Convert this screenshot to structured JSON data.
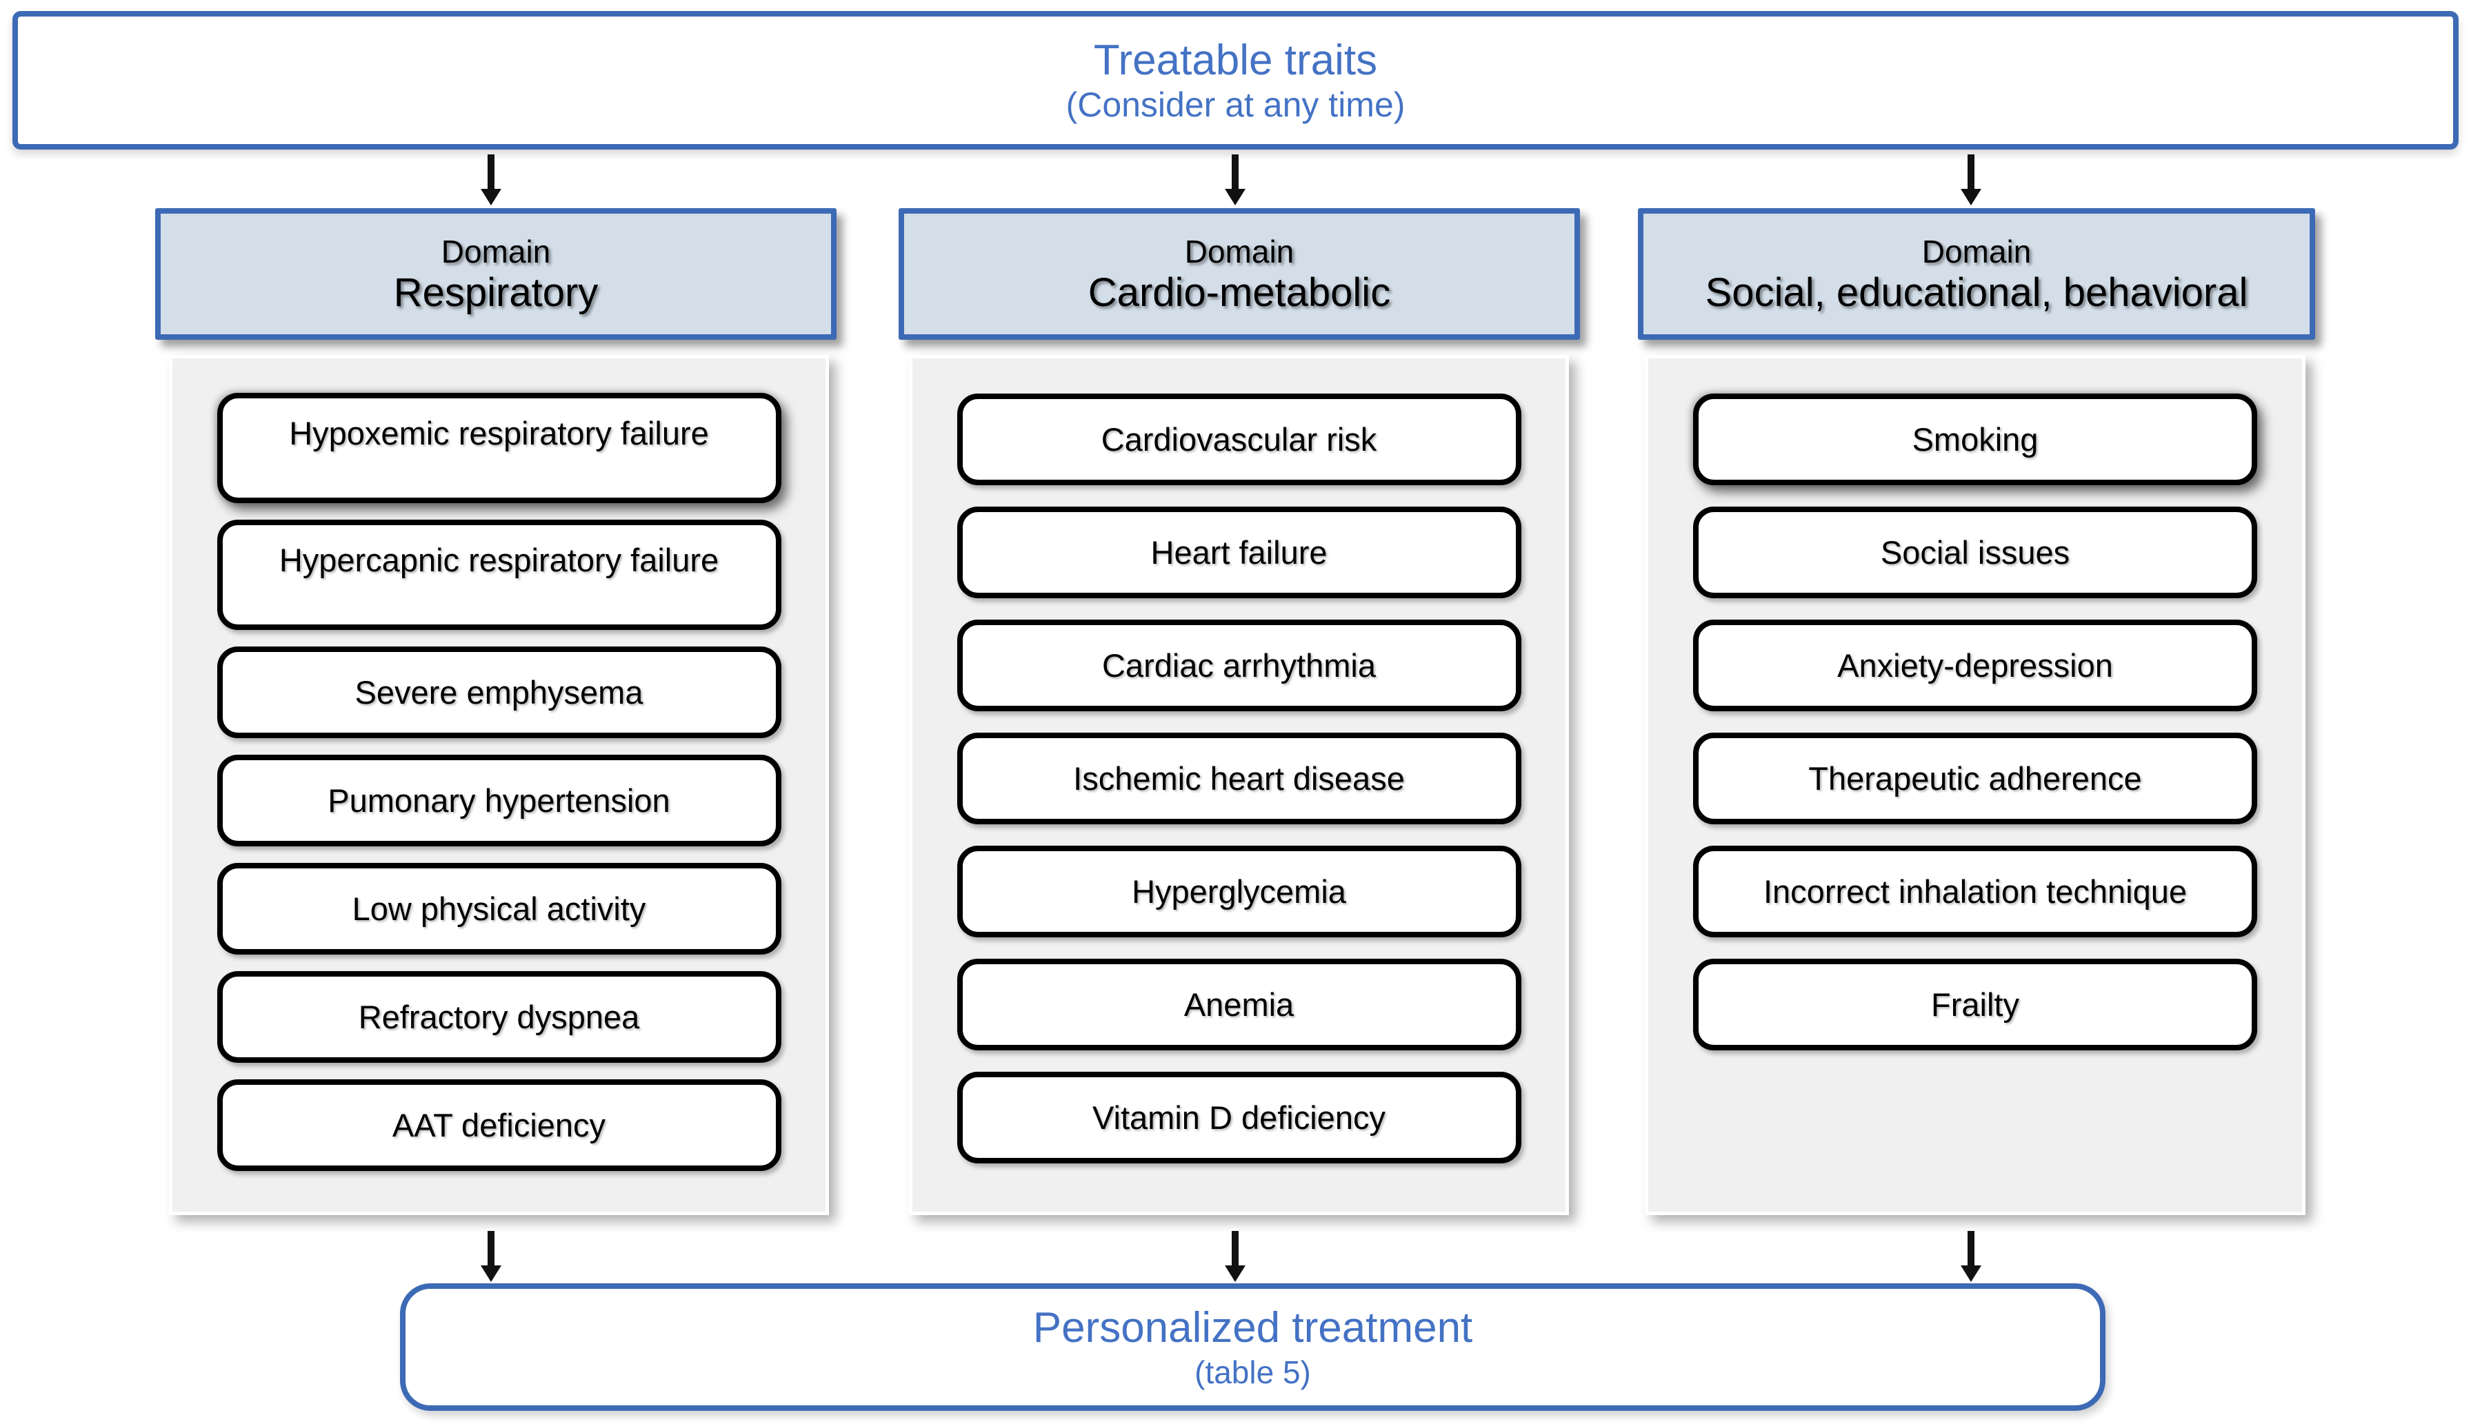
{
  "top_box": {
    "title": "Treatable traits",
    "subtitle": "(Consider at any time)"
  },
  "columns": [
    {
      "header": {
        "label": "Domain",
        "name": "Respiratory"
      },
      "items": [
        {
          "label": "Hypoxemic respiratory failure",
          "tall": true,
          "emphasized": true
        },
        {
          "label": "Hypercapnic respiratory failure",
          "tall": true,
          "emphasized": false
        },
        {
          "label": "Severe emphysema",
          "tall": false,
          "emphasized": false
        },
        {
          "label": "Pumonary hypertension",
          "tall": false,
          "emphasized": false
        },
        {
          "label": "Low physical activity",
          "tall": false,
          "emphasized": false
        },
        {
          "label": "Refractory dyspnea",
          "tall": false,
          "emphasized": false
        },
        {
          "label": "AAT deficiency",
          "tall": false,
          "emphasized": false
        }
      ]
    },
    {
      "header": {
        "label": "Domain",
        "name": "Cardio-metabolic"
      },
      "items": [
        {
          "label": "Cardiovascular risk",
          "tall": false,
          "emphasized": false
        },
        {
          "label": "Heart failure",
          "tall": false,
          "emphasized": false
        },
        {
          "label": "Cardiac arrhythmia",
          "tall": false,
          "emphasized": false
        },
        {
          "label": "Ischemic heart disease",
          "tall": false,
          "emphasized": false
        },
        {
          "label": "Hyperglycemia",
          "tall": false,
          "emphasized": false
        },
        {
          "label": "Anemia",
          "tall": false,
          "emphasized": false
        },
        {
          "label": "Vitamin D deficiency",
          "tall": false,
          "emphasized": false
        }
      ]
    },
    {
      "header": {
        "label": "Domain",
        "name": "Social, educational, behavioral"
      },
      "items": [
        {
          "label": "Smoking",
          "tall": false,
          "emphasized": true
        },
        {
          "label": "Social issues",
          "tall": false,
          "emphasized": false
        },
        {
          "label": "Anxiety-depression",
          "tall": false,
          "emphasized": false
        },
        {
          "label": "Therapeutic adherence",
          "tall": false,
          "emphasized": false
        },
        {
          "label": "Incorrect inhalation technique",
          "tall": false,
          "emphasized": false
        },
        {
          "label": "Frailty",
          "tall": false,
          "emphasized": false
        }
      ]
    }
  ],
  "bottom_box": {
    "title": "Personalized treatment",
    "subtitle": "(table 5)"
  },
  "colors": {
    "border_blue": "#3d6ab5",
    "text_blue": "#4472c4",
    "header_fill": "#d3dee9",
    "panel_fill": "#f0f0f1",
    "item_border": "#000000"
  }
}
